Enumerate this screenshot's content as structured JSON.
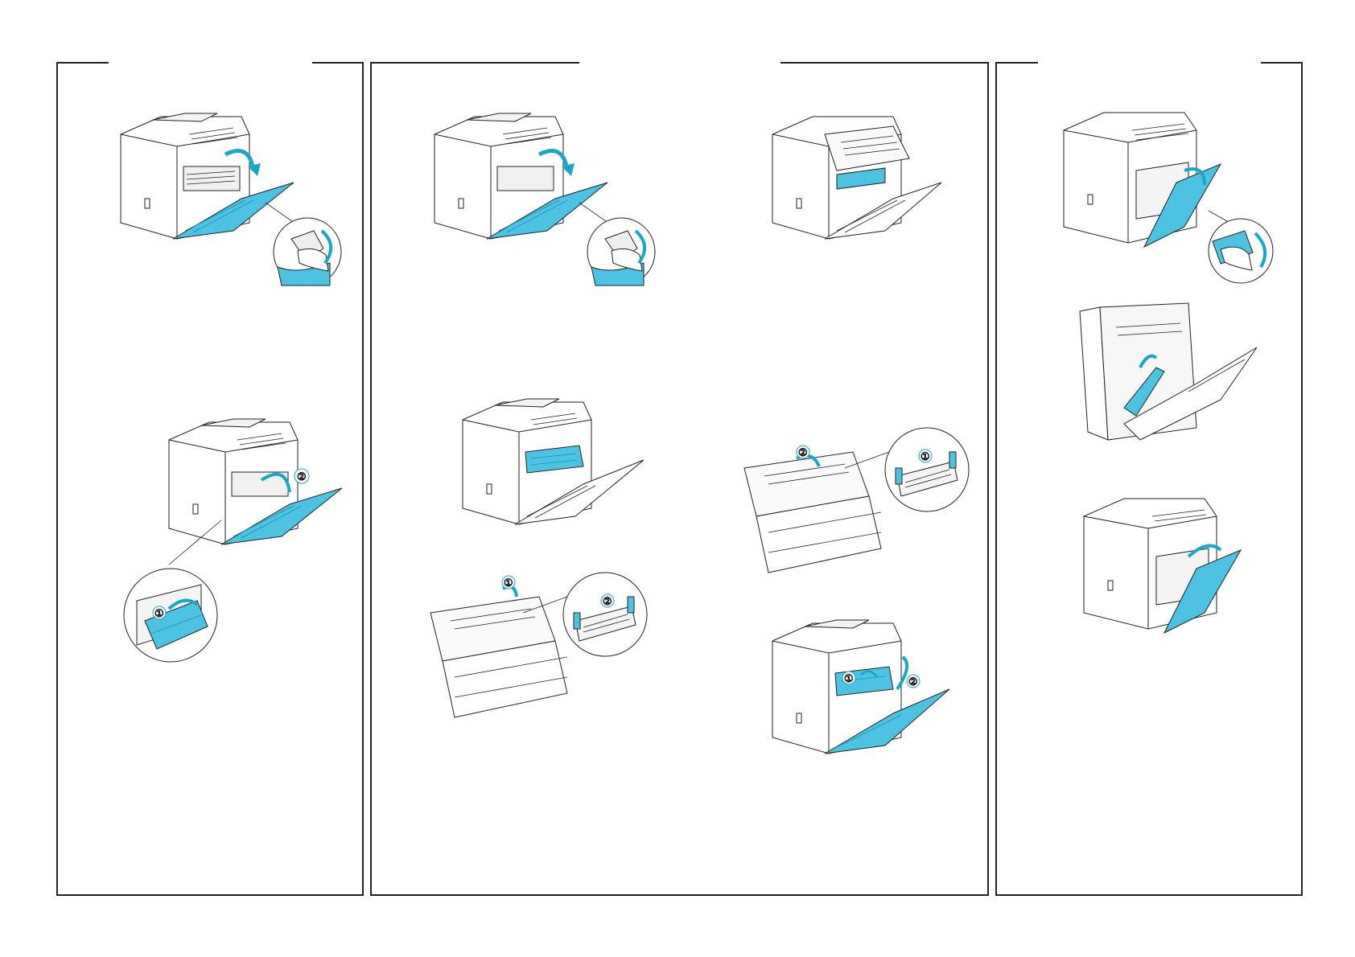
{
  "document": {
    "type": "printer-maintenance-illustration-sheet",
    "panels": [
      {
        "id": "left",
        "figures": [
          "rear-cover-open-with-hand",
          "remove-paper-rear"
        ]
      },
      {
        "id": "middle",
        "figures": [
          "rear-cover-open-with-hand",
          "duplex-unit-lift",
          "top-cover-open-levers",
          "rear-cover-raised",
          "top-cover-open-levers-reverse",
          "duplex-unit-close"
        ]
      },
      {
        "id": "right",
        "figures": [
          "side-cover-open-with-hand",
          "side-paper-path",
          "side-cover-close"
        ]
      }
    ],
    "step_labels": {
      "one": "①",
      "two": "②"
    },
    "colors": {
      "accent": "#4cc3e2",
      "accent_dark": "#19a7c9",
      "line": "#222222"
    }
  }
}
